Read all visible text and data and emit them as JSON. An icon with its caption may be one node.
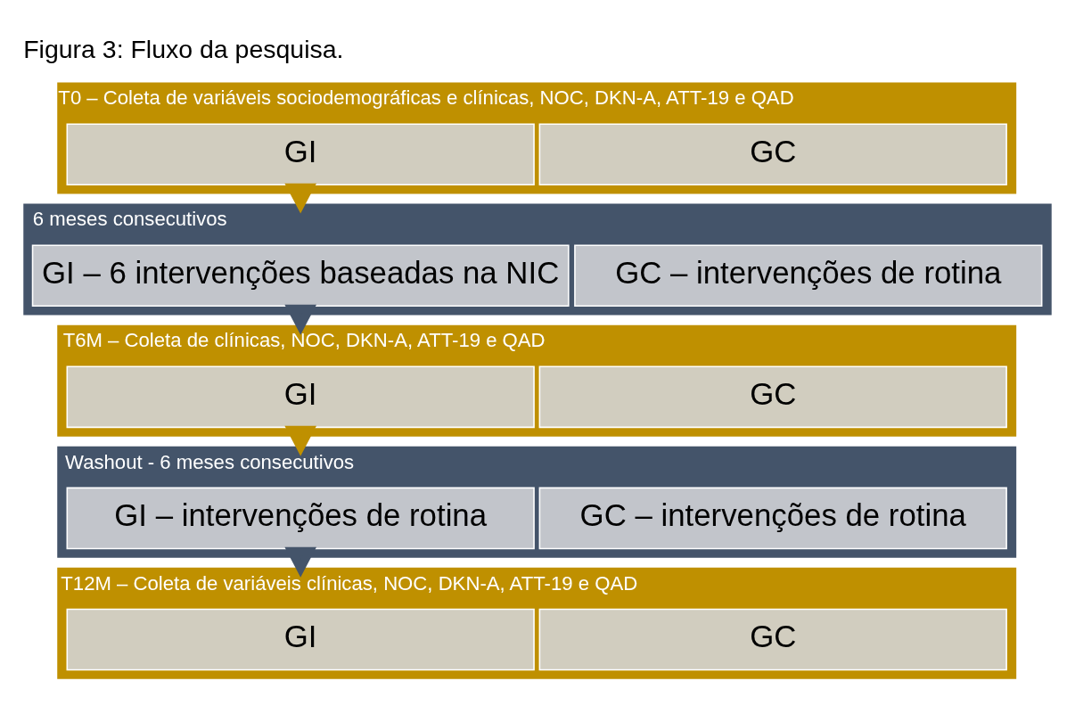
{
  "diagram": {
    "title": "Figura 3: Fluxo da pesquisa.",
    "nodes": [
      {
        "text": [
          "T0 – Coleta de variáveis sociodemográficas e clínicas, NOC, DKN-A, ATT-19 e QAD"
        ]
      },
      {
        "text": [
          "GC"
        ],
        "in": 0
      },
      {
        "text": [
          "GI"
        ],
        "in": 0
      },
      {
        "text": [
          "6 meses consecutivos"
        ]
      },
      {
        "text": [
          "GC – intervenções de rotina"
        ],
        "in": 3
      },
      {
        "text": [
          "GI – 6 intervenções baseadas na NIC"
        ],
        "in": 3
      },
      {
        "text": [
          "T6M – Coleta de clínicas, NOC, DKN-A, ATT-19 e QAD"
        ]
      },
      {
        "text": [
          "GC"
        ],
        "in": 6
      },
      {
        "text": [
          "GI"
        ],
        "in": 6
      },
      {
        "text": [
          "Washout - 6 meses consecutivos"
        ]
      },
      {
        "text": [
          "GC – intervenções de rotina"
        ],
        "in": 9
      },
      {
        "text": [
          "GI – intervenções de rotina"
        ],
        "in": 9
      },
      {
        "text": [
          "T12M – Coleta de variáveis clínicas, NOC, DKN-A, ATT-19 e QAD"
        ]
      },
      {
        "text": [
          "GC"
        ],
        "in": 12
      },
      {
        "text": [
          "GI"
        ],
        "in": 12
      }
    ],
    "edges": [
      {
        "from": 0,
        "to": 3,
        "arrow": "to",
        "color": "#bf9000"
      },
      {
        "from": 3,
        "to": 6,
        "arrow": "to",
        "color": "#44546a"
      },
      {
        "from": 6,
        "to": 9,
        "arrow": "to",
        "color": "#bf9000"
      },
      {
        "from": 9,
        "to": 12,
        "arrow": "to",
        "color": "#44546a"
      }
    ]
  }
}
